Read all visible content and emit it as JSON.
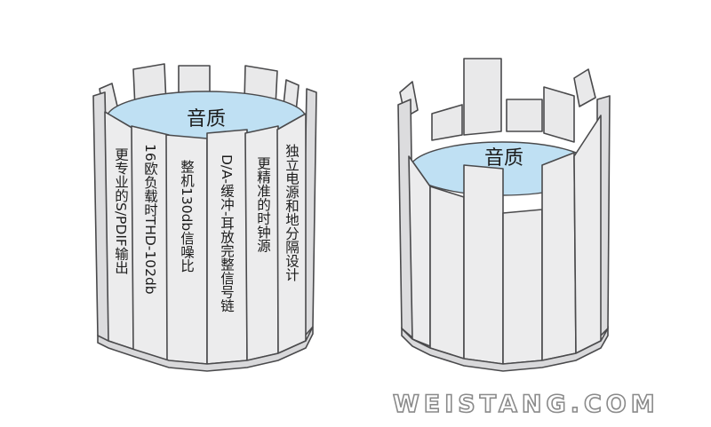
{
  "left_barrel": {
    "water_label": "音质",
    "staves": [
      {
        "label": "更专业的S/PDIF输出"
      },
      {
        "label": "16欧负载时THD-102db"
      },
      {
        "label": "整机130db信噪比"
      },
      {
        "label": "D/A-缓冲-耳放完整信号链"
      },
      {
        "label": "更精准的时钟源"
      },
      {
        "label": "独立电源和地分隔设计"
      }
    ]
  },
  "right_barrel": {
    "water_label": "音质"
  },
  "watermark": "WEISTANG.COM"
}
